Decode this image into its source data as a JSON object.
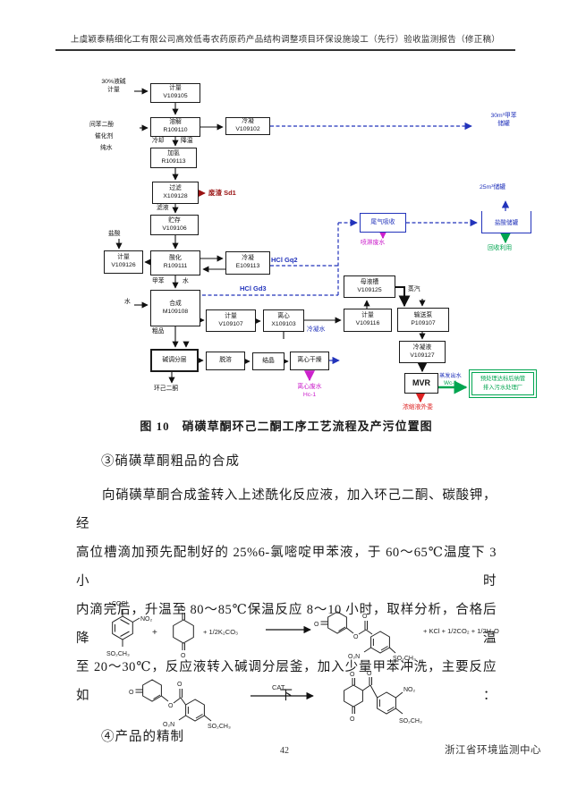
{
  "page": {
    "header": "上虞颖泰精细化工有限公司高效低毒农药原药产品结构调整项目环保设施竣工（先行）验收监测报告（修正稿）",
    "page_number": "42",
    "footer": "浙江省环境监测中心"
  },
  "figure": {
    "caption": "图 10　硝磺草酮环己二酮工序工艺流程及产污位置图",
    "boxes": {
      "v109105": {
        "l1": "计量",
        "l2": "V109105"
      },
      "r109110": {
        "l1": "溶解",
        "l2": "R109110"
      },
      "v109102": {
        "l1": "冷凝",
        "l2": "V109102"
      },
      "r109113": {
        "l1": "加氢",
        "l2": "R109113"
      },
      "x109128": {
        "l1": "过滤",
        "l2": "X109128"
      },
      "v109106": {
        "l1": "贮存",
        "l2": "V109106"
      },
      "v109126": {
        "l1": "计量",
        "l2": "V109126"
      },
      "r109111": {
        "l1": "酸化",
        "l2": "R109111"
      },
      "e109113": {
        "l1": "冷凝",
        "l2": "E109113"
      },
      "m109108": {
        "l1": "合成",
        "l2": "M109108"
      },
      "v109107": {
        "l1": "计量",
        "l2": "V109107"
      },
      "x109103": {
        "l1": "离心",
        "l2": "X109103"
      },
      "v109125": {
        "l1": "母液槽",
        "l2": "V109125"
      },
      "v109116": {
        "l1": "计量",
        "l2": "V109116"
      },
      "p109107": {
        "l1": "输送泵",
        "l2": "P109107"
      },
      "v109127": {
        "l1": "冷凝液",
        "l2": "V109127"
      },
      "mvr": {
        "l1": "MVR"
      },
      "k1": {
        "l1": "碱调分层"
      },
      "k2": {
        "l1": "脱溶"
      },
      "k3": {
        "l1": "结晶"
      },
      "k4": {
        "l1": "离心干燥"
      },
      "absorber": {
        "l1": "尾气吸收"
      },
      "vessel": {
        "l1": "盐酸储罐"
      },
      "greenbox": {
        "l1": "预处理达标后纳管",
        "l2": "排入污水处理厂"
      }
    },
    "streams": {
      "in_alkali_1": "30%液碱",
      "in_alkali_2": "计量",
      "in_r1": "间苯二酚",
      "in_r2": "催化剂",
      "in_r3": "纯水",
      "cool1": "冷却",
      "cool2": "降温",
      "sd1": "废渣 Sd1",
      "filtrate": "滤液",
      "hcl_in": "盐酸",
      "gq2": "HCl Gq2",
      "gd3": "HCl Gd3",
      "toluene": "甲苯",
      "water": "水",
      "water_in": "水",
      "crude": "粗品",
      "steam": "蒸汽",
      "cond_water": "冷凝水",
      "abs_waste": "喷淋废水",
      "tank30_1": "30m³甲苯",
      "tank30_2": "储罐",
      "tank25": "25m³储罐",
      "green_out": "回收利用",
      "wc1_1": "蒸发出水",
      "wc1_2": "Wc-1",
      "conc": "浓缩液外委",
      "hc1_1": "离心废水",
      "hc1_2": "Hc-1",
      "chd": "环己二酮"
    }
  },
  "body": {
    "h3": "③硝磺草酮粗品的合成",
    "para_lines": [
      "向硝磺草酮合成釜转入上述酰化反应液，加入环己二酮、碳酸钾，经",
      "高位槽滴加预先配制好的 25%6-氯嘧啶甲苯液，于 60～65℃温度下 3 小时",
      "内滴完后，升温至 80～85℃保温反应 8～10 小时，取样分析，合格后降温",
      "至 20～30℃，反应液转入碱调分层釜，加入少量甲苯冲洗，主要反应如下："
    ],
    "h4": "④产品的精制"
  },
  "chem": {
    "cocl": "COCl",
    "no2": "NO₂",
    "so2ch3": "SO₂CH₃",
    "o2n": "O₂N",
    "o": "O",
    "plus": "+",
    "half_k2co3": "+ 1/2K₂CO₃",
    "byproducts": "+ KCl + 1/2CO₂ + 1/2H₂O",
    "cat": "CAT."
  }
}
